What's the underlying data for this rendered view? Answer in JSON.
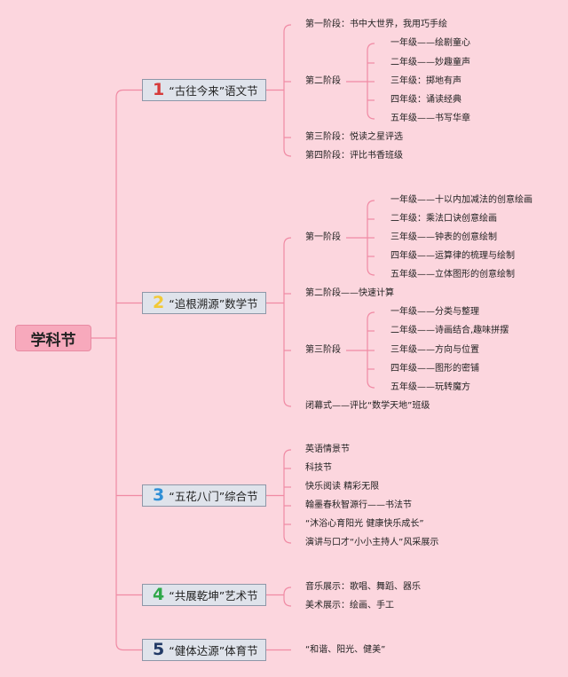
{
  "root": {
    "label": "学科节"
  },
  "branches": [
    {
      "number": "1",
      "number_color": "#d63a3a",
      "label": "“古往今来”语文节",
      "items": [
        {
          "label": "第一阶段：书中大世界，我用巧手绘"
        },
        {
          "label": "第二阶段",
          "children": [
            "一年级——绘剧童心",
            "二年级——妙趣童声",
            "三年级：掷地有声",
            "四年级：诵读经典",
            "五年级——书写华章"
          ]
        },
        {
          "label": "第三阶段：悦读之星评选"
        },
        {
          "label": "第四阶段：评比书香班级"
        }
      ]
    },
    {
      "number": "2",
      "number_color": "#f2c936",
      "label": "“追根溯源”数学节",
      "items": [
        {
          "label": "第一阶段",
          "children": [
            "一年级——十以内加减法的创意绘画",
            "二年级：乘法口诀创意绘画",
            "三年级——钟表的创意绘制",
            "四年级——运算律的梳理与绘制",
            "五年级——立体图形的创意绘制"
          ]
        },
        {
          "label": "第二阶段——快速计算"
        },
        {
          "label": "第三阶段",
          "children": [
            "一年级——分类与整理",
            "二年级——诗画结合,趣味拼摆",
            "三年级——方向与位置",
            "四年级——图形的密铺",
            "五年级——玩转魔方"
          ]
        },
        {
          "label": "闭幕式——评比“数学天地”班级"
        }
      ]
    },
    {
      "number": "3",
      "number_color": "#2f8fd6",
      "label": "“五花八门”综合节",
      "items": [
        {
          "label": "英语情景节"
        },
        {
          "label": "科技节"
        },
        {
          "label": "快乐阅读 精彩无限"
        },
        {
          "label": "翰墨春秋智源行——书法节"
        },
        {
          "label": "“沐浴心育阳光 健康快乐成长”"
        },
        {
          "label": "演讲与口才“小小主持人”风采展示"
        }
      ]
    },
    {
      "number": "4",
      "number_color": "#2fa84a",
      "label": "“共展乾坤”艺术节",
      "items": [
        {
          "label": "音乐展示：歌唱、舞蹈、器乐"
        },
        {
          "label": "美术展示：绘画、手工"
        }
      ]
    },
    {
      "number": "5",
      "number_color": "#223a66",
      "label": "“健体达源”体育节",
      "items": [
        {
          "label": "“和谐、阳光、健美”"
        }
      ]
    }
  ],
  "colors": {
    "line": "#f08aa4",
    "background": "#fcd6de"
  }
}
